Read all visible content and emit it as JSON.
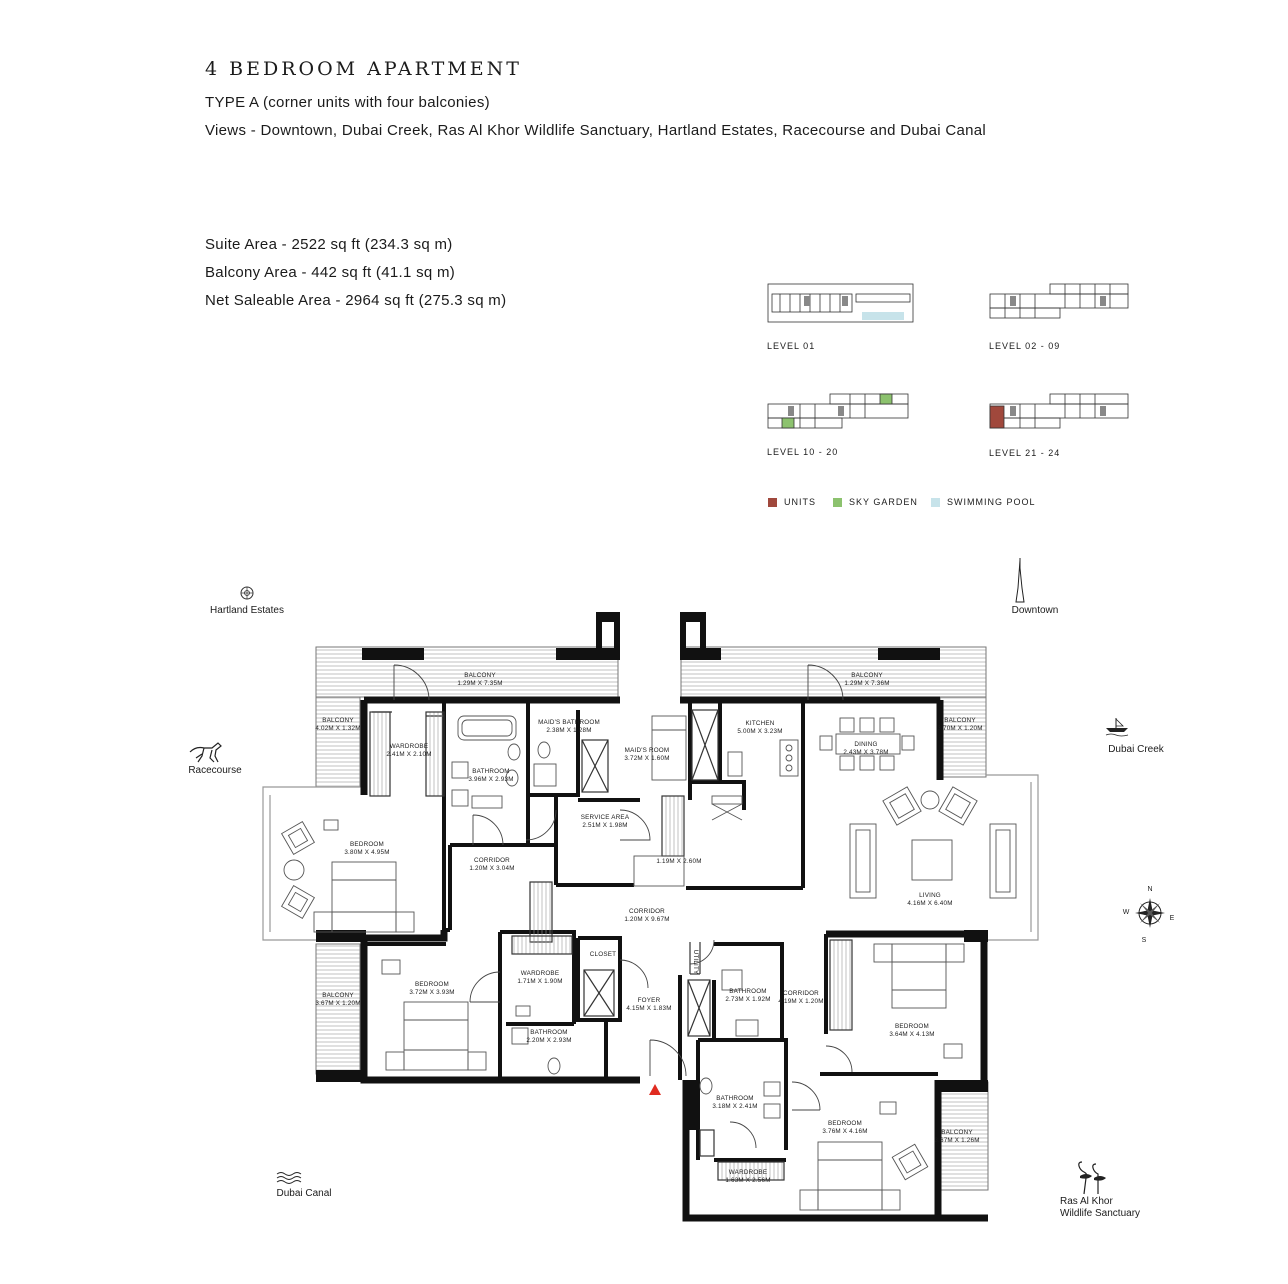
{
  "header": {
    "title": "4 BEDROOM APARTMENT",
    "type_line": "TYPE A (corner units with four balconies)",
    "views_line": "Views - Downtown, Dubai Creek, Ras Al Khor Wildlife Sanctuary, Hartland Estates, Racecourse and Dubai Canal"
  },
  "areas": {
    "suite": "Suite Area - 2522 sq ft (234.3 sq m)",
    "balcony": "Balcony Area - 442 sq ft (41.1 sq m)",
    "net": "Net Saleable Area - 2964 sq ft (275.3 sq m)"
  },
  "key_plans": [
    {
      "label": "LEVEL 01"
    },
    {
      "label": "LEVEL 02 - 09"
    },
    {
      "label": "LEVEL 10 - 20"
    },
    {
      "label": "LEVEL 21 - 24"
    }
  ],
  "legend": [
    {
      "label": "UNITS",
      "color": "#a0483c"
    },
    {
      "label": "SKY GARDEN",
      "color": "#8cc26e"
    },
    {
      "label": "SWIMMING POOL",
      "color": "#c7e3ea"
    }
  ],
  "views": {
    "hartland": "Hartland Estates",
    "downtown": "Downtown",
    "racecourse": "Racecourse",
    "dubai_creek": "Dubai Creek",
    "dubai_canal": "Dubai Canal",
    "ras_al_khor_1": "Ras Al Khor",
    "ras_al_khor_2": "Wildlife Sanctuary"
  },
  "compass": {
    "n": "N",
    "e": "E",
    "s": "S",
    "w": "W"
  },
  "rooms": {
    "balcony_top_left": {
      "name": "BALCONY",
      "dim": "1.29M X 7.35M"
    },
    "balcony_top_right": {
      "name": "BALCONY",
      "dim": "1.29M X 7.36M"
    },
    "balcony_left_upper": {
      "name": "BALCONY",
      "dim": "4.02M X 1.32M"
    },
    "balcony_right_upper": {
      "name": "BALCONY",
      "dim": "3.70M X 1.20M"
    },
    "balcony_left_lower": {
      "name": "BALCONY",
      "dim": "3.67M X 1.20M"
    },
    "balcony_right_lower": {
      "name": "BALCONY",
      "dim": "3.67M X 1.26M"
    },
    "wardrobe_1": {
      "name": "WARDROBE",
      "dim": "2.41M X 2.10M"
    },
    "bathroom_1": {
      "name": "BATHROOM",
      "dim": "3.96M X 2.93M"
    },
    "maids_bathroom": {
      "name": "MAID'S BATHROOM",
      "dim": "2.38M X 1.28M"
    },
    "maids_room": {
      "name": "MAID'S ROOM",
      "dim": "3.72M X 1.60M"
    },
    "kitchen": {
      "name": "KITCHEN",
      "dim": "5.00M X 3.23M"
    },
    "dining": {
      "name": "DINING",
      "dim": "2.43M X 3.78M"
    },
    "service_area": {
      "name": "SERVICE AREA",
      "dim": "2.51M X 1.98M"
    },
    "bedroom_1": {
      "name": "BEDROOM",
      "dim": "3.80M X 4.95M"
    },
    "corridor_1": {
      "name": "CORRIDOR",
      "dim": "1.20M X 3.04M"
    },
    "pantry": {
      "dim": "1.19M X 2.60M"
    },
    "living": {
      "name": "LIVING",
      "dim": "4.16M X 6.40M"
    },
    "corridor_main": {
      "name": "CORRIDOR",
      "dim": "1.20M X 9.67M"
    },
    "closet": {
      "name": "CLOSET"
    },
    "utility": {
      "name": "UTILITY"
    },
    "bedroom_2": {
      "name": "BEDROOM",
      "dim": "3.72M X 3.93M"
    },
    "wardrobe_2": {
      "name": "WARDROBE",
      "dim": "1.71M X 1.90M"
    },
    "bathroom_2": {
      "name": "BATHROOM",
      "dim": "2.20M X 2.93M"
    },
    "foyer": {
      "name": "FOYER",
      "dim": "4.15M X 1.83M"
    },
    "bathroom_3": {
      "name": "BATHROOM",
      "dim": "2.73M X 1.92M"
    },
    "corridor_2": {
      "name": "CORRIDOR",
      "dim": "4.19M X 1.20M"
    },
    "bedroom_3": {
      "name": "BEDROOM",
      "dim": "3.64M X 4.13M"
    },
    "bathroom_4": {
      "name": "BATHROOM",
      "dim": "3.18M X 2.41M"
    },
    "bedroom_4": {
      "name": "BEDROOM",
      "dim": "3.76M X 4.16M"
    },
    "wardrobe_3": {
      "name": "WARDROBE",
      "dim": "1.63M X 2.56M"
    }
  }
}
